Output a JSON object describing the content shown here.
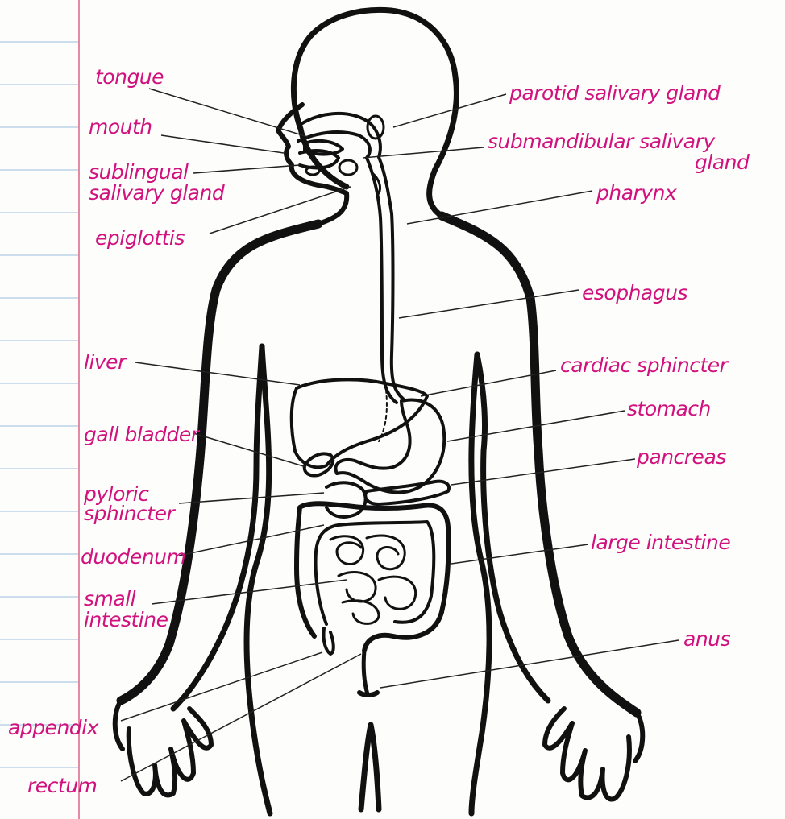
{
  "colors": {
    "paper": "#fdfdfb",
    "rule_line": "#bcd3e6",
    "margin_line": "#e58aa4",
    "ink": "#111111",
    "label_ink": "#d0117e"
  },
  "labels": {
    "tongue": "tongue",
    "mouth": "mouth",
    "sublingual_1": "sublingual",
    "sublingual_2": "salivary gland",
    "epiglottis": "epiglottis",
    "liver": "liver",
    "gall_bladder": "gall bladder",
    "pyloric_1": "pyloric",
    "pyloric_2": "sphincter",
    "duodenum": "duodenum",
    "small_1": "small",
    "small_2": "intestine",
    "appendix": "appendix",
    "rectum": "rectum",
    "parotid": "parotid salivary gland",
    "submandibular_1": "submandibular salivary",
    "submandibular_2": "gland",
    "pharynx": "pharynx",
    "esophagus": "esophagus",
    "cardiac": "cardiac sphincter",
    "stomach": "stomach",
    "pancreas": "pancreas",
    "large_intestine": "large intestine",
    "anus": "anus"
  }
}
